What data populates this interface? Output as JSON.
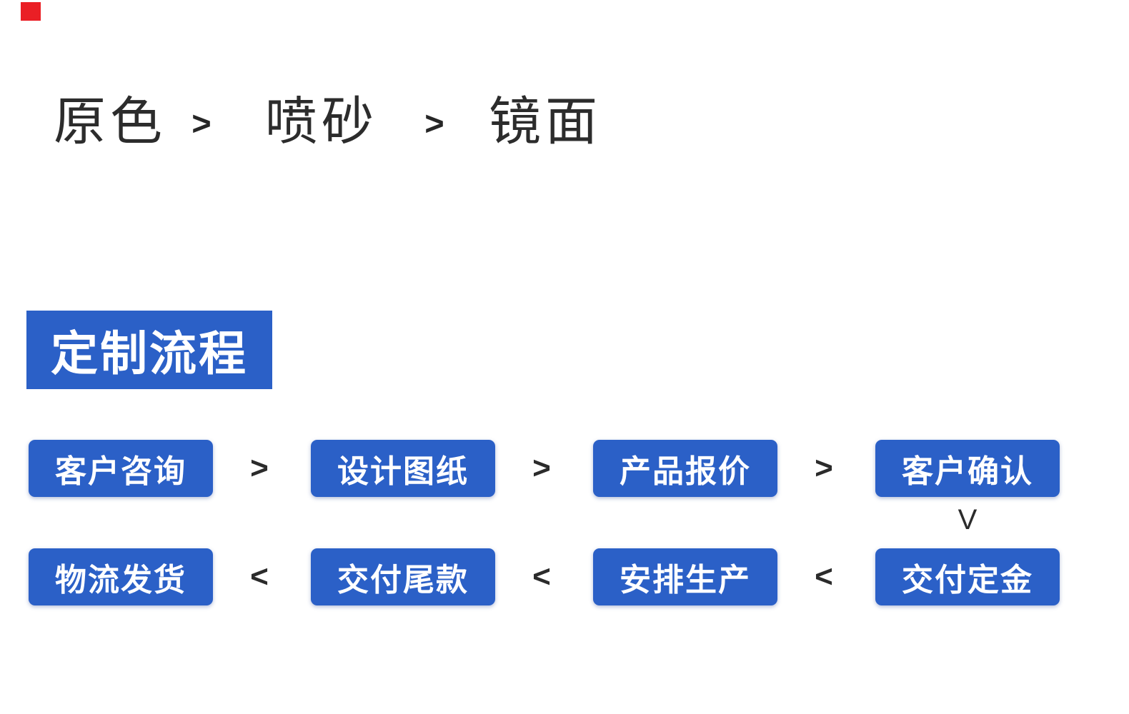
{
  "decorations": {
    "red_square_color": "#ea1f25"
  },
  "finish_options": {
    "items": [
      "原色",
      "喷砂",
      "镜面"
    ],
    "separator": ">"
  },
  "section_header": {
    "label": "定制流程",
    "background": "#2b60c7",
    "text_color": "#ffffff"
  },
  "process_flow": {
    "box_color": "#2b60c7",
    "box_text_color": "#ffffff",
    "arrow_color": "#2b2b2b",
    "connector_label": "V",
    "rows": [
      {
        "separator": ">",
        "steps": [
          "客户咨询",
          "设计图纸",
          "产品报价",
          "客户确认"
        ]
      },
      {
        "separator": "<",
        "steps": [
          "物流发货",
          "交付尾款",
          "安排生产",
          "交付定金"
        ]
      }
    ]
  }
}
